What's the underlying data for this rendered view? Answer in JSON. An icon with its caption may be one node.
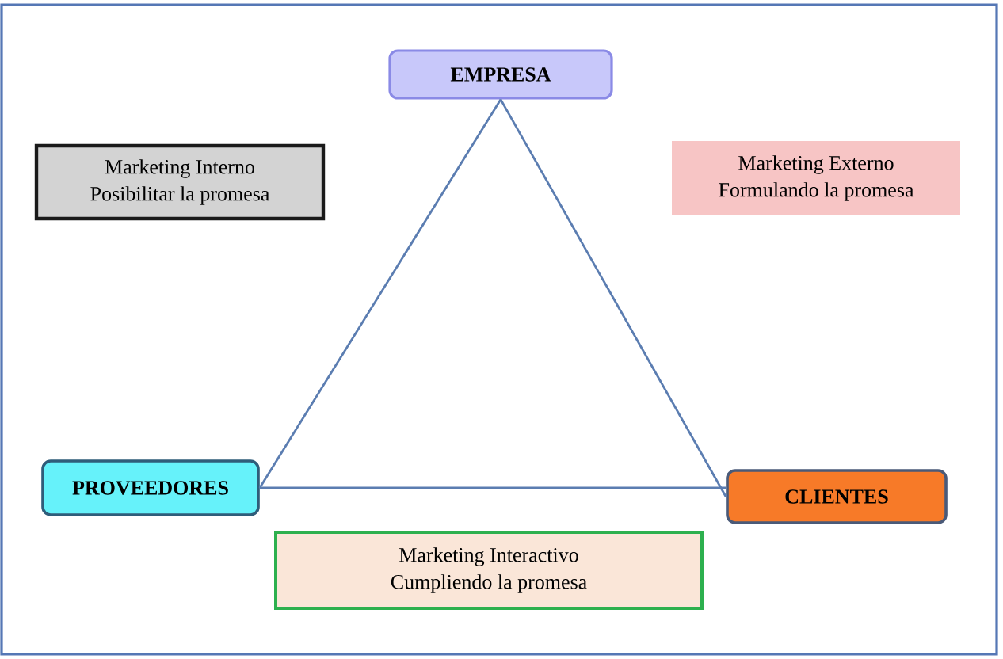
{
  "diagram": {
    "nodes": [
      {
        "text": [
          "EMPRESA"
        ]
      },
      {
        "text": [
          "Marketing Interno",
          "Posibilitar la promesa"
        ]
      },
      {
        "text": [
          "Marketing Externo",
          "Formulando la promesa"
        ]
      },
      {
        "text": [
          "PROVEEDORES"
        ]
      },
      {
        "text": [
          "CLIENTES"
        ]
      },
      {
        "text": [
          "Marketing Interactivo",
          "Cumpliendo la promesa"
        ]
      }
    ],
    "edges": [
      {
        "from": 0,
        "to": 3,
        "arrow": "none"
      },
      {
        "from": 0,
        "to": 4,
        "arrow": "none"
      },
      {
        "from": 3,
        "to": 4,
        "arrow": "none"
      }
    ]
  }
}
